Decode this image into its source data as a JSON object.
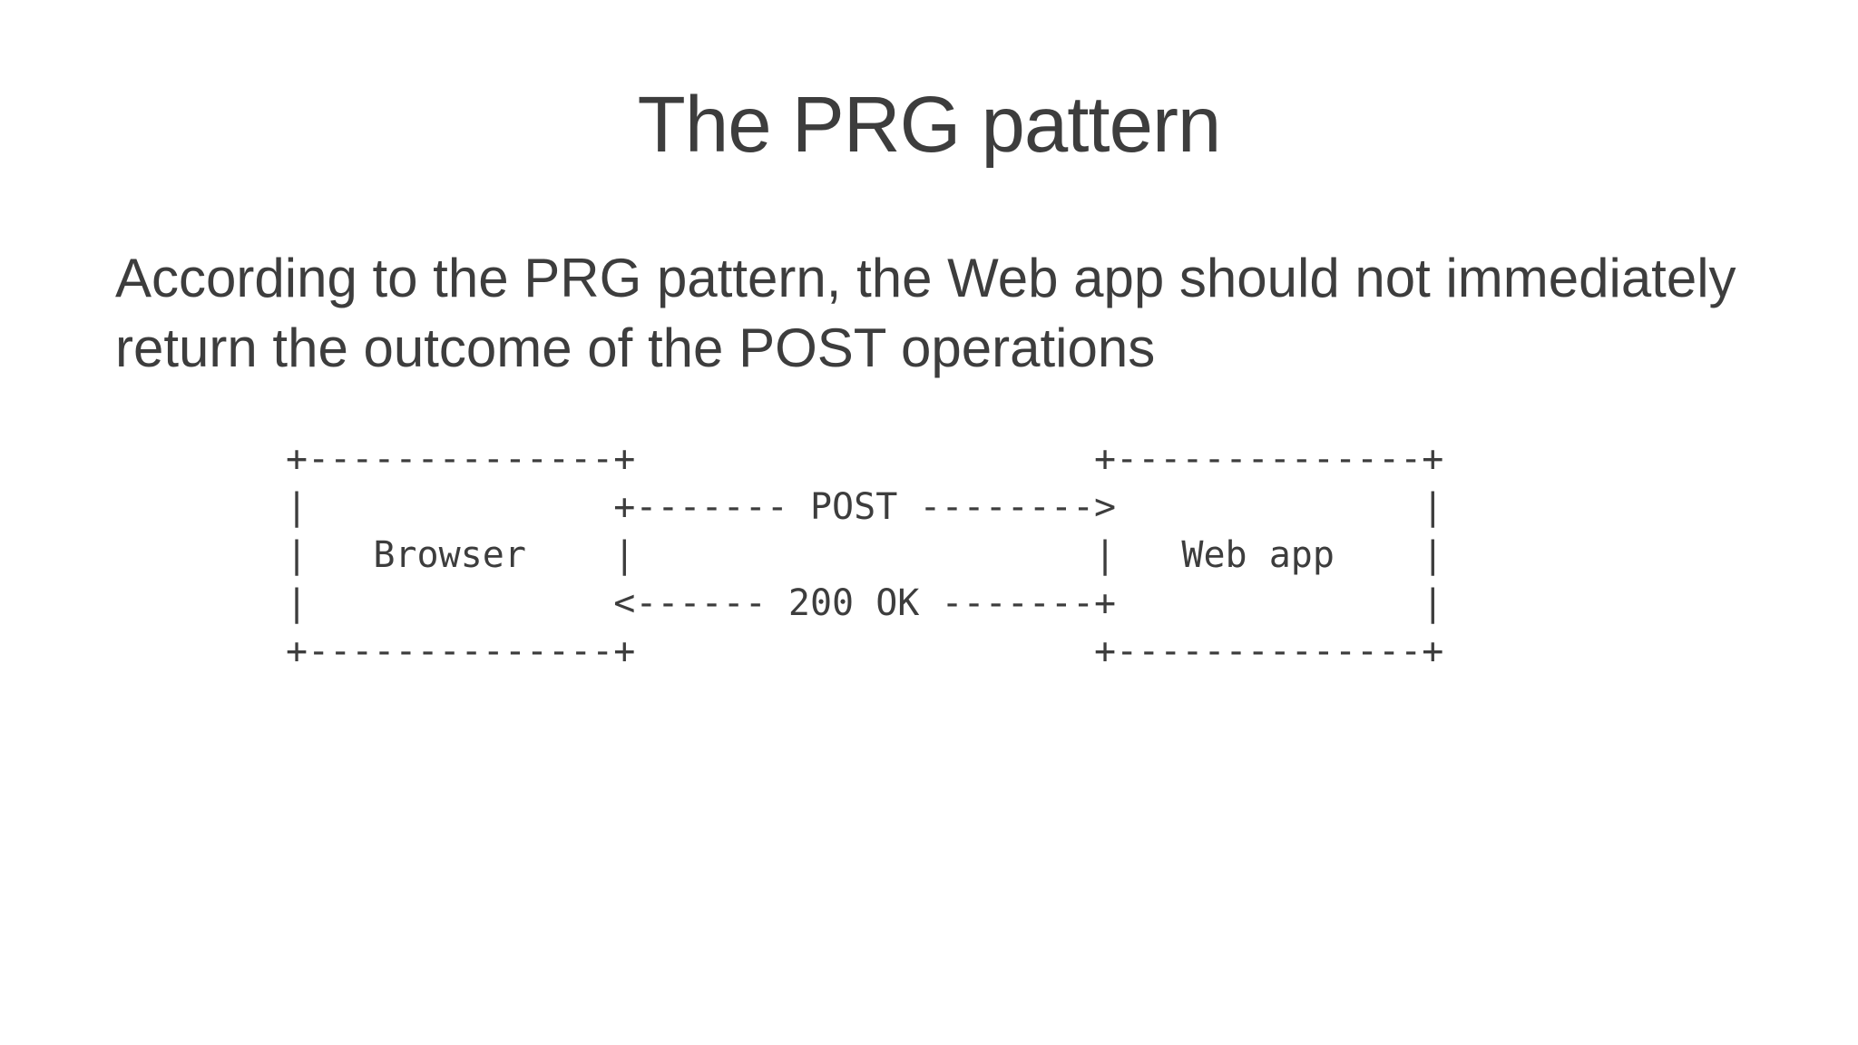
{
  "slide": {
    "title": "The PRG pattern",
    "body_lines": [
      "According to the PRG pattern, the Web app should not immediately",
      "return the outcome of the POST operations"
    ],
    "diagram": {
      "lines": [
        "+--------------+                     +--------------+",
        "|              +------- POST -------->              |",
        "|   Browser    |                     |   Web app    |",
        "|              <------ 200 OK -------+              |",
        "+--------------+                     +--------------+"
      ],
      "labels": {
        "left_box": "Browser",
        "right_box": "Web app",
        "request_arrow": "POST",
        "response_arrow": "200 OK"
      }
    },
    "colors": {
      "text": "#3d3d3d",
      "background": "#ffffff"
    }
  }
}
